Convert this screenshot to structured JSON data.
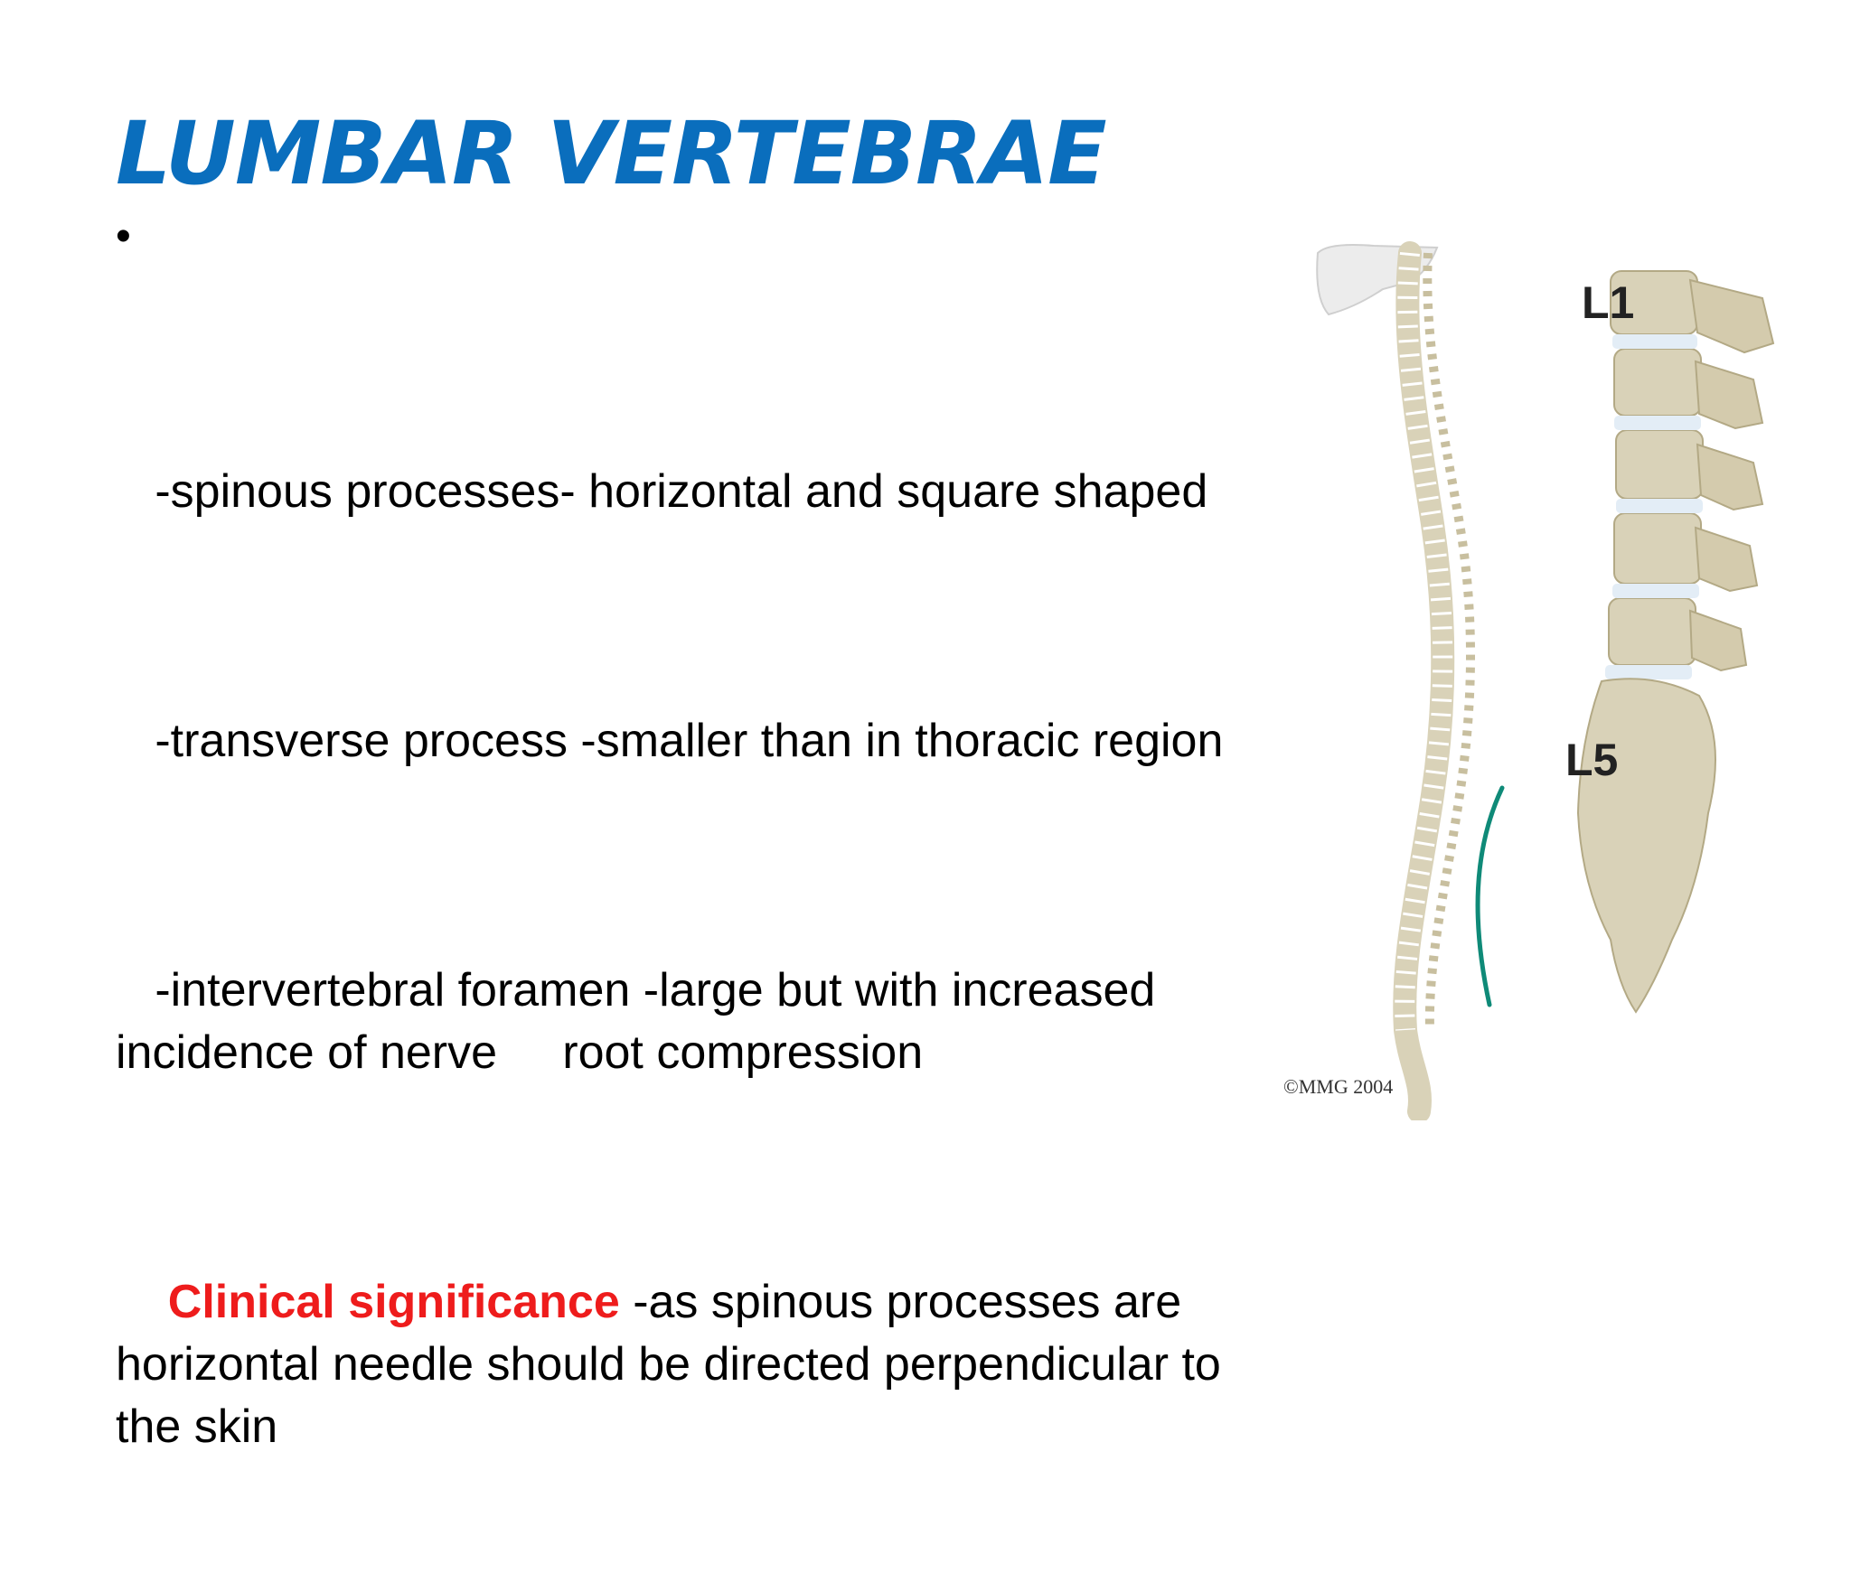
{
  "colors": {
    "title": "#0a6ebd",
    "highlight": "#ee1c1c",
    "text": "#000000",
    "bone": "#d9d2b8",
    "disc": "#e3edf6",
    "curve": "#0f8a78"
  },
  "title": "LUMBAR VERTEBRAE",
  "bullet": "•",
  "points": [
    {
      "text": "   -spinous processes- horizontal and square shaped"
    },
    {
      "text": "   -transverse process -smaller than in thoracic region"
    },
    {
      "text": "   -intervertebral foramen -large but with increased incidence of nerve     root compression"
    },
    {
      "highlight": "Clinical significance",
      "text": " -as spinous processes are horizontal needle should be directed perpendicular to the skin"
    }
  ],
  "figure": {
    "label_top": "L1",
    "label_bottom": "L5",
    "copyright": "©MMG 2004"
  }
}
